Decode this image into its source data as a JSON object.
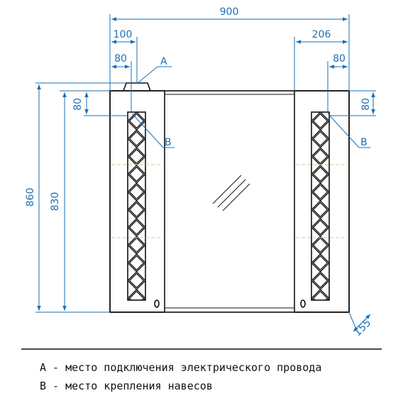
{
  "dimensions": {
    "total_width": "900",
    "left_offset": "100",
    "right_offset": "206",
    "left_hanger": "80",
    "right_hanger": "80",
    "left_vertical": "80",
    "right_vertical": "80",
    "overall_height": "860",
    "body_height": "830",
    "depth": "155"
  },
  "markers": {
    "wire": "A",
    "hanger_left": "B",
    "hanger_right": "B"
  },
  "legend": {
    "a": "A - место подключения электрического провода",
    "b": "B - место крепления навесов"
  },
  "colors": {
    "dimension": "#1a6fb5",
    "outline": "#111111",
    "guide": "#b7d88f"
  }
}
